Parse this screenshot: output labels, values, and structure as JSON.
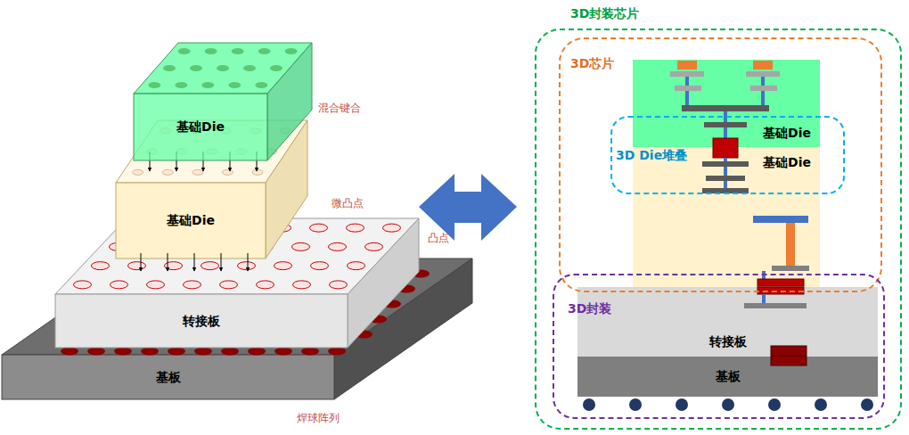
{
  "diagram": {
    "nodes": [
      {
        "text": [
          "基础Die"
        ]
      },
      {
        "text": [
          "基础Die"
        ]
      },
      {
        "text": [
          "转接板"
        ]
      },
      {
        "text": [
          "基板"
        ]
      },
      {
        "text": [
          "3D封装芯片"
        ]
      },
      {
        "text": [
          "3D芯片"
        ],
        "in": 4
      },
      {
        "text": [
          "基础Die"
        ],
        "in": 5
      },
      {
        "text": [
          "基础Die"
        ],
        "in": 5
      },
      {
        "text": [
          "3D Die堆叠"
        ],
        "in": 5
      },
      {
        "text": [
          "3D封装"
        ],
        "in": 4
      },
      {
        "text": [
          "转接板"
        ],
        "in": 9
      },
      {
        "text": [
          "基板"
        ],
        "in": 9
      }
    ],
    "labels": [
      "混合键合",
      "微凸点",
      "凸点",
      "焊球阵列"
    ]
  }
}
